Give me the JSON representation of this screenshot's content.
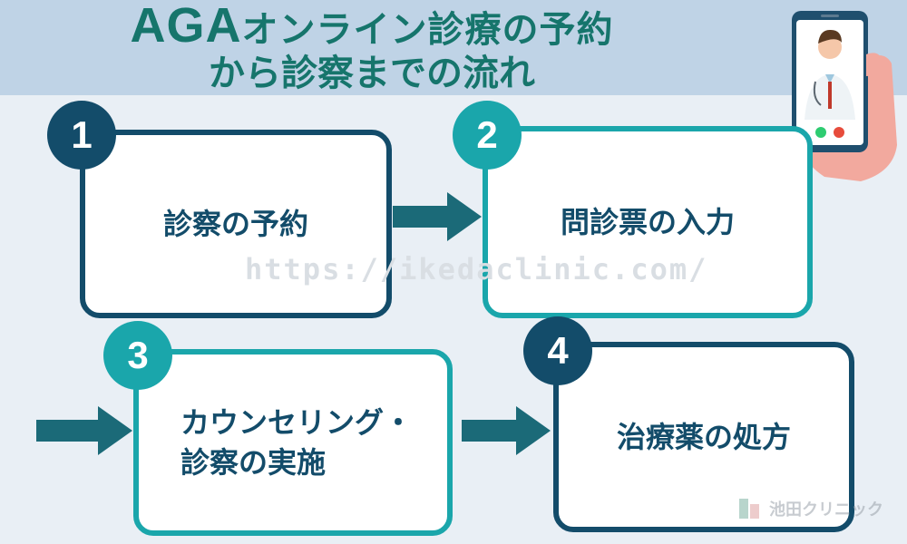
{
  "header": {
    "title_prefix": "AGA",
    "title_line1_rest": "オンライン診療の予約",
    "title_line2": "から診察までの流れ"
  },
  "steps": [
    {
      "number": "1",
      "label": "診察の予約"
    },
    {
      "number": "2",
      "label": "問診票の入力"
    },
    {
      "number": "3",
      "label_line1": "カウンセリング・",
      "label_line2": "診察の実施"
    },
    {
      "number": "4",
      "label": "治療薬の処方"
    }
  ],
  "watermark_url": "https://ikedaclinic.com/",
  "logo": {
    "name": "池田クリニック"
  },
  "colors": {
    "dark": "#134c6a",
    "teal": "#1aa6ab",
    "title": "#16756c",
    "header_bg": "#bfd3e6",
    "page_bg": "#e9eff5"
  }
}
